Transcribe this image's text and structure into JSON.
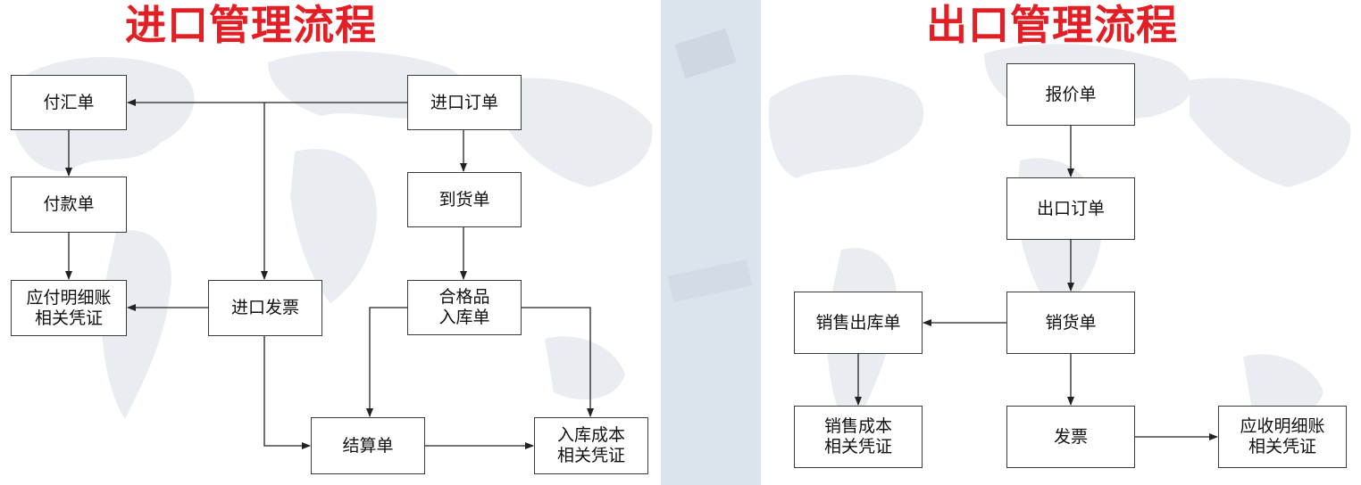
{
  "import_flow": {
    "title": "进口管理流程",
    "nodes": {
      "payment_remit": "付汇单",
      "import_order": "进口订单",
      "payment": "付款单",
      "arrival": "到货单",
      "payable_ledger": [
        "应付明细账",
        "相关凭证"
      ],
      "import_invoice": "进口发票",
      "qualified_inbound": [
        "合格品",
        "入库单"
      ],
      "settlement": "结算单",
      "inbound_cost": [
        "入库成本",
        "相关凭证"
      ]
    }
  },
  "export_flow": {
    "title": "出口管理流程",
    "nodes": {
      "quotation": "报价单",
      "export_order": "出口订单",
      "sales_outbound": "销售出库单",
      "sales": "销货单",
      "sales_cost": [
        "销售成本",
        "相关凭证"
      ],
      "invoice": "发票",
      "receivable_ledger": [
        "应收明细账",
        "相关凭证"
      ]
    }
  },
  "colors": {
    "title": "#e31e24",
    "box_border": "#3a3a3a",
    "connector": "#222222",
    "map": "#e9edf2"
  }
}
